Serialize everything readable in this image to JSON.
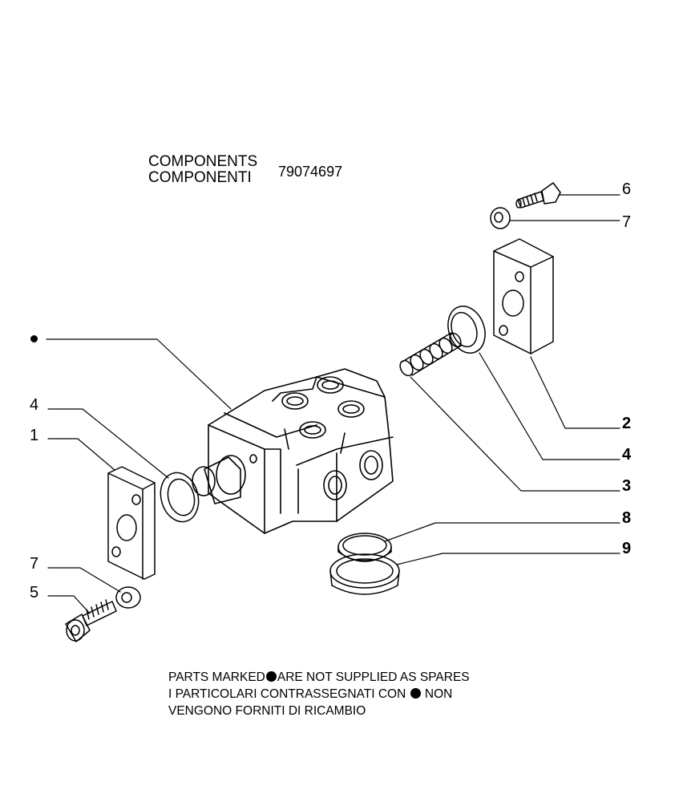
{
  "title": {
    "line1": "COMPONENTS",
    "line2": "COMPONENTI",
    "code": "79074697"
  },
  "callouts": {
    "c6": "6",
    "c7_top": "7",
    "c2": "2",
    "c4_right": "4",
    "c3": "3",
    "c8": "8",
    "c9": "9",
    "c4_left": "4",
    "c1": "1",
    "c7_left": "7",
    "c5": "5"
  },
  "notes": {
    "line1_a": "PARTS MARKED",
    "line1_b": "ARE NOT SUPPLIED AS SPARES",
    "line2_a": "I  PARTICOLARI  CONTRASSEGNATI  CON",
    "line2_b": "NON",
    "line3": "VENGONO FORNITI DI RICAMBIO"
  }
}
